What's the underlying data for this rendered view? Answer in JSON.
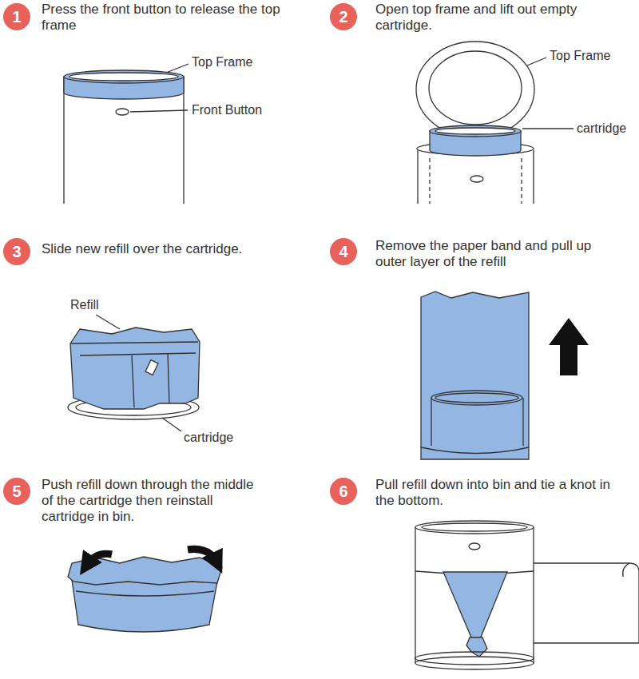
{
  "diagram": {
    "nodes": [
      {
        "text": [
          "1"
        ]
      },
      {
        "text": [
          "2"
        ]
      },
      {
        "text": [
          "3"
        ]
      },
      {
        "text": [
          "4"
        ]
      },
      {
        "text": [
          "5"
        ]
      },
      {
        "text": [
          "6"
        ]
      }
    ],
    "labels": [
      "Press the front button to release the top frame",
      "Top Frame",
      "Front Button",
      "Open top frame and lift out empty cartridge.",
      "Top Frame",
      "cartridge",
      "Slide new refill over the cartridge.",
      "Refill",
      "cartridge",
      "Remove the paper band and pull up outer layer of the refill",
      "Push refill down through the middle of the cartridge then reinstall cartridge in bin.",
      "Pull refill down into bin and tie a knot in the bottom."
    ]
  }
}
